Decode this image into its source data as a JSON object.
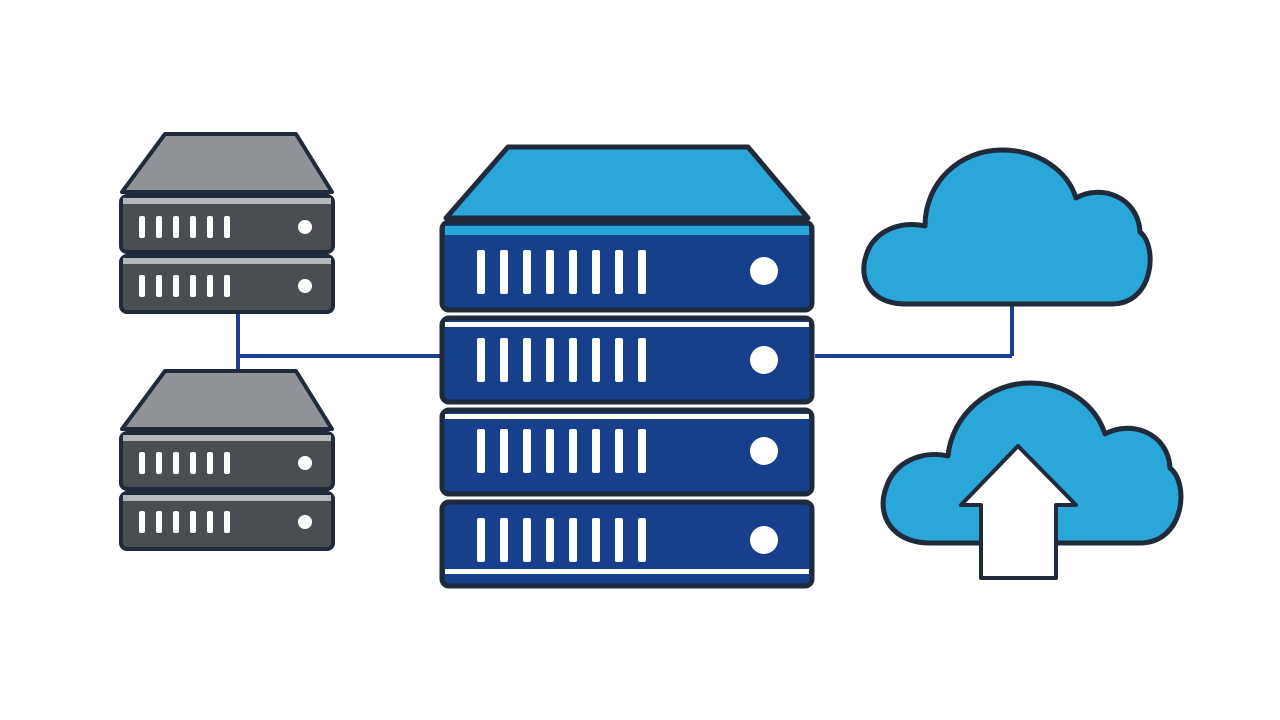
{
  "diagram": {
    "nodes": [
      {
        "id": "server-small-top",
        "kind": "server-stack",
        "units": 2,
        "color": "gray"
      },
      {
        "id": "server-small-bottom",
        "kind": "server-stack",
        "units": 2,
        "color": "gray"
      },
      {
        "id": "server-rack-main",
        "kind": "server-rack",
        "units": 4,
        "color": "blue"
      },
      {
        "id": "cloud-storage",
        "kind": "cloud",
        "icon": "cloud-icon"
      },
      {
        "id": "cloud-upload",
        "kind": "cloud",
        "icon": "cloud-upload-icon"
      }
    ],
    "edges": [
      {
        "from": "server-small-top",
        "to": "server-rack-main"
      },
      {
        "from": "server-small-bottom",
        "to": "server-rack-main"
      },
      {
        "from": "server-rack-main",
        "to": "cloud-storage"
      }
    ]
  },
  "colors": {
    "outline": "#1f2a3a",
    "connector": "#1c3f8f",
    "rack_blue": "#17408c",
    "rack_top": "#2ba6d8",
    "small_gray": "#4a4d52",
    "small_top": "#8f9296",
    "cloud_fill": "#2ba6d8",
    "vent_white": "#ffffff"
  }
}
